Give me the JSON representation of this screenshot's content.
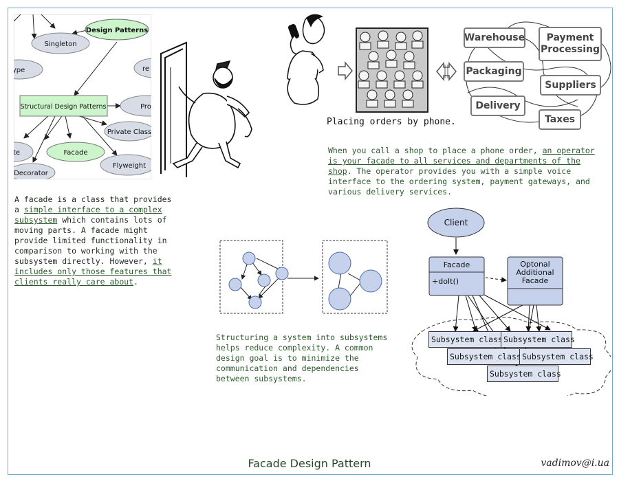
{
  "map": {
    "center_node": "Structural Design Patterns",
    "top_node": "Design Patterns",
    "nodes": [
      "Singleton",
      "otype",
      "re",
      "Pro",
      "Private Class",
      "Facade",
      "te",
      "Flyweight",
      "Decorator"
    ]
  },
  "phone_caption": "Placing orders by phone.",
  "services": [
    "Warehouse",
    "Payment Processing",
    "Packaging",
    "Suppliers",
    "Delivery",
    "Taxes"
  ],
  "phone_text": {
    "p1": "When you call a shop to place a phone order, ",
    "p1_link": "an operator",
    "p2_link": "is your facade to all services and departments of the",
    "p3_link": "shop",
    "p3": ". The operator provides you with a simple voice",
    "p4": "interface to the ordering system, payment gateways, and",
    "p5": "various delivery services."
  },
  "facade_text": {
    "l1": "A facade is a class that provides",
    "l2a": "a ",
    "l2_link": "simple interface to a complex",
    "l3_link": "subsystem",
    "l3": " which contains lots of",
    "l4": "moving parts. A facade might",
    "l5": "provide limited functionality in",
    "l6": "comparison to working with the",
    "l7a": "subsystem directly. However, ",
    "l7_link": "it",
    "l8_link": "includes only those features that",
    "l9_link": "clients really care about",
    "l9": "."
  },
  "structuring_text": [
    "Structuring a system into subsystems",
    "helps reduce complexity. A common",
    "design goal is to minimize the",
    "communication and dependencies",
    "between subsystems."
  ],
  "uml": {
    "client": "Client",
    "facade": "Facade",
    "facade_method": "+doIt()",
    "optional_l1": "Optonal",
    "optional_l2": "Additional",
    "optional_l3": "Facade",
    "subsystem": "Subsystem class"
  },
  "footer": {
    "title": "Facade Design Pattern",
    "author": "vadimov@i.ua"
  },
  "colors": {
    "frame": "#6fb0c8",
    "text_green": "#2a5a2a",
    "node_fill": "#d7dce7",
    "uml_fill": "#c6d2ec",
    "highlight": "#ccf5cc"
  }
}
